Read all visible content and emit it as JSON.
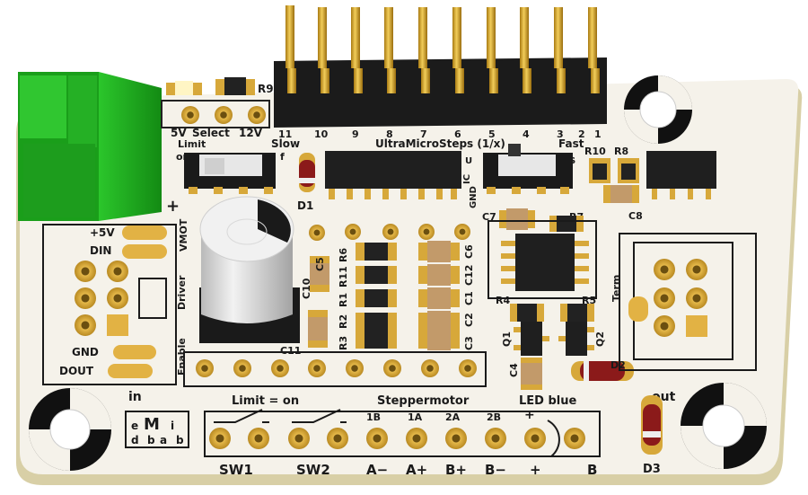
{
  "colors": {
    "board": "#f4f1e8",
    "board_edge": "#d9cfa8",
    "silkscreen": "#1a1a1a",
    "pad_gold": "#d7a83a",
    "terminal_green": "#1fb31f",
    "header_black": "#1b1b1b"
  },
  "labels": {
    "v5": "5V",
    "select": "Select",
    "v12": "12V",
    "r9": "R9",
    "limit_top": "Limit",
    "on": "on",
    "off": "f",
    "plus": "+",
    "d1": "D1",
    "slow": "Slow",
    "fast": "Fast",
    "microsteps": "UltraMicroSteps (1/x)",
    "pin_numbers": [
      "11",
      "10",
      "9",
      "8",
      "7",
      "6",
      "5",
      "4",
      "3",
      "2",
      "1"
    ],
    "ic": "IC",
    "gnd_v": "GND",
    "r10": "R10",
    "r8": "R8",
    "c8": "C8",
    "c7": "C7",
    "r7": "R7",
    "plus5v": "+5V",
    "din": "DIN",
    "vmot": "VMOT",
    "driver": "Driver",
    "enable": "Enable",
    "gnd": "GND",
    "dout": "DOUT",
    "c5": "C5",
    "c10": "C10",
    "c11": "C11",
    "r6": "R6",
    "r11": "R11",
    "r1": "R1",
    "r2": "R2",
    "r3": "R3",
    "c6": "C6",
    "c12": "C12",
    "c1": "C1",
    "c2": "C2",
    "c3": "C3",
    "r4": "R4",
    "r5": "R5",
    "q1": "Q1",
    "q2": "Q2",
    "c4": "C4",
    "d2": "D2",
    "term": "Term",
    "in": "in",
    "out": "out",
    "limit_eq_on": "Limit = on",
    "steppermotor": "Steppermotor",
    "led_blue": "LED blue",
    "b1": "1B",
    "a1": "1A",
    "a2": "2A",
    "b2": "2B",
    "plus_small": "+",
    "sw1": "SW1",
    "sw2": "SW2",
    "a_minus": "A−",
    "a_plus": "A+",
    "b_plus": "B+",
    "b_minus": "B−",
    "plus_bottom": "+",
    "b_bottom": "B",
    "d3": "D3",
    "logo_letters": [
      "e",
      "M",
      "i",
      "d",
      "b",
      "a",
      "b"
    ]
  }
}
